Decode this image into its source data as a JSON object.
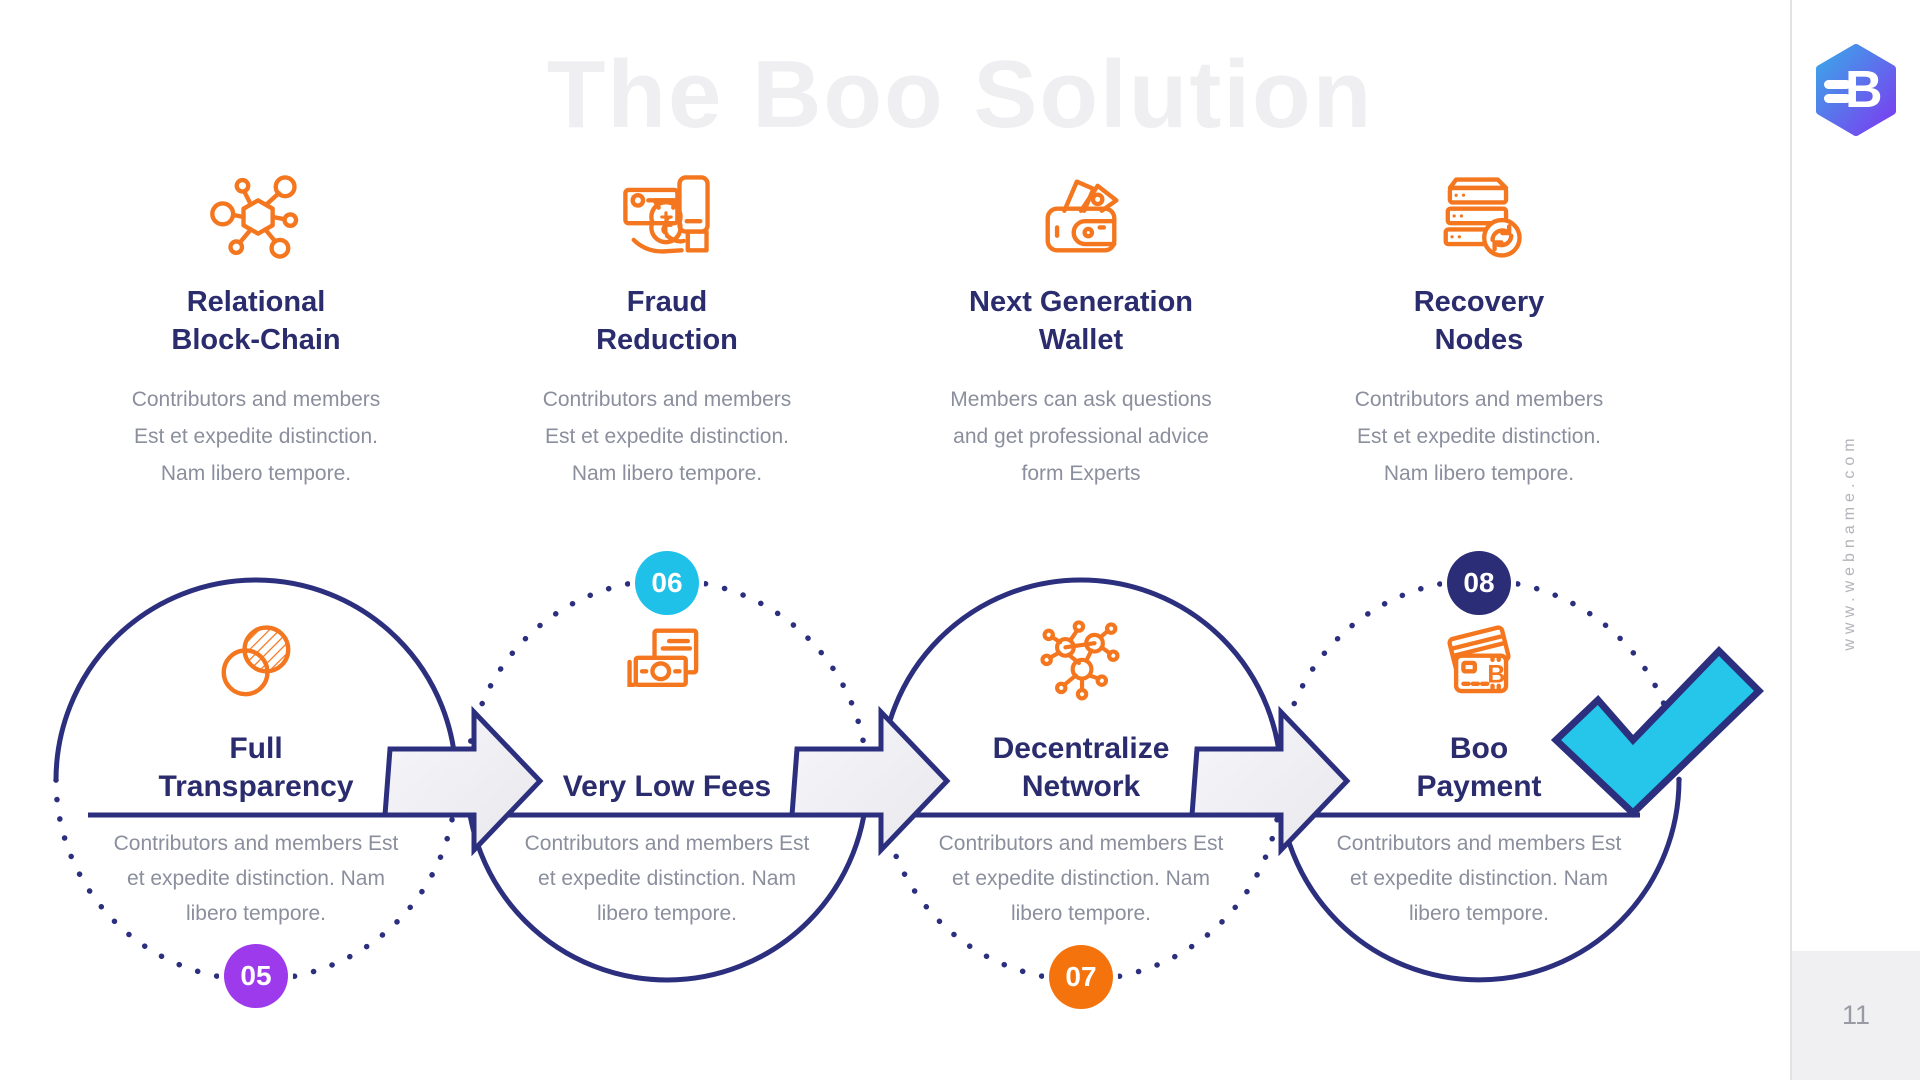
{
  "watermark": "The Boo Solution",
  "sidebar": {
    "page_number": "11",
    "website": "www.webname.com",
    "logo_letter": "B"
  },
  "colors": {
    "navy_line": "#2B2F7E",
    "title_navy": "#2B2C6E",
    "body_gray": "#8B8F9D",
    "icon_orange": "#F4771F",
    "arrow_fill": "#EBEBF0",
    "check_cyan": "#25C6E9",
    "watermark_gray": "#EFEFF2",
    "badge_purple": "#9D3BEC",
    "badge_cyan": "#1FC1E8",
    "badge_orange": "#F5730D",
    "badge_navy": "#2B2D77",
    "logo_gradient_start": "#3BA7E8",
    "logo_gradient_end": "#7C3BF0"
  },
  "features": [
    {
      "icon": "blockchain-molecule-icon",
      "title1": "Relational",
      "title2": "Block-Chain",
      "desc1": "Contributors and members",
      "desc2": "Est et expedite distinction.",
      "desc3": "Nam libero tempore."
    },
    {
      "icon": "fraud-reduction-icon",
      "title1": "Fraud",
      "title2": "Reduction",
      "desc1": "Contributors and members",
      "desc2": "Est et expedite distinction.",
      "desc3": "Nam libero tempore."
    },
    {
      "icon": "next-gen-wallet-icon",
      "title1": "Next Generation",
      "title2": "Wallet",
      "desc1": "Members can ask questions",
      "desc2": "and get professional advice",
      "desc3": "form Experts"
    },
    {
      "icon": "recovery-nodes-icon",
      "title1": "Recovery",
      "title2": "Nodes",
      "desc1": "Contributors and members",
      "desc2": "Est et expedite distinction.",
      "desc3": "Nam libero tempore."
    }
  ],
  "steps": [
    {
      "number": "05",
      "badge_color": "#9D3BEC",
      "icon": "transparency-circles-icon",
      "title1": "Full",
      "title2": "Transparency",
      "desc1": "Contributors and members Est",
      "desc2": "et expedite distinction. Nam",
      "desc3": "libero tempore."
    },
    {
      "number": "06",
      "badge_color": "#1FC1E8",
      "icon": "banknotes-icon",
      "title1": "Very Low Fees",
      "title2": "",
      "desc1": "Contributors and members Est",
      "desc2": "et expedite distinction. Nam",
      "desc3": "libero tempore."
    },
    {
      "number": "07",
      "badge_color": "#F5730D",
      "icon": "network-nodes-icon",
      "title1": "Decentralize",
      "title2": "Network",
      "desc1": "Contributors and members Est",
      "desc2": "et expedite distinction. Nam",
      "desc3": "libero tempore."
    },
    {
      "number": "08",
      "badge_color": "#2B2D77",
      "icon": "crypto-cards-icon",
      "title1": "Boo",
      "title2": "Payment",
      "desc1": "Contributors and members Est",
      "desc2": "et expedite distinction. Nam",
      "desc3": "libero tempore."
    }
  ]
}
